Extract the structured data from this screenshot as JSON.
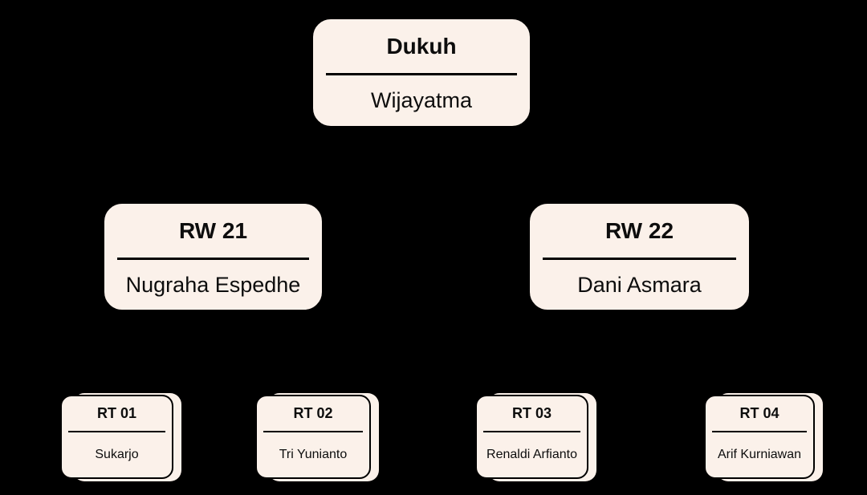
{
  "colors": {
    "background": "#000000",
    "node_fill": "#FBF1EA",
    "node_border": "#000000",
    "divider": "#000000",
    "text": "#0D0D0D"
  },
  "org_chart": {
    "type": "organizational-chart",
    "root": {
      "title": "Dukuh",
      "name": "Wijayatma"
    },
    "rw_nodes": [
      {
        "title": "RW 21",
        "name": "Nugraha Espedhe"
      },
      {
        "title": "RW 22",
        "name": "Dani Asmara"
      }
    ],
    "rt_nodes": [
      {
        "title": "RT 01",
        "name": "Sukarjo"
      },
      {
        "title": "RT 02",
        "name": "Tri Yunianto"
      },
      {
        "title": "RT 03",
        "name": "Renaldi Arfianto"
      },
      {
        "title": "RT 04",
        "name": "Arif Kurniawan"
      }
    ]
  }
}
